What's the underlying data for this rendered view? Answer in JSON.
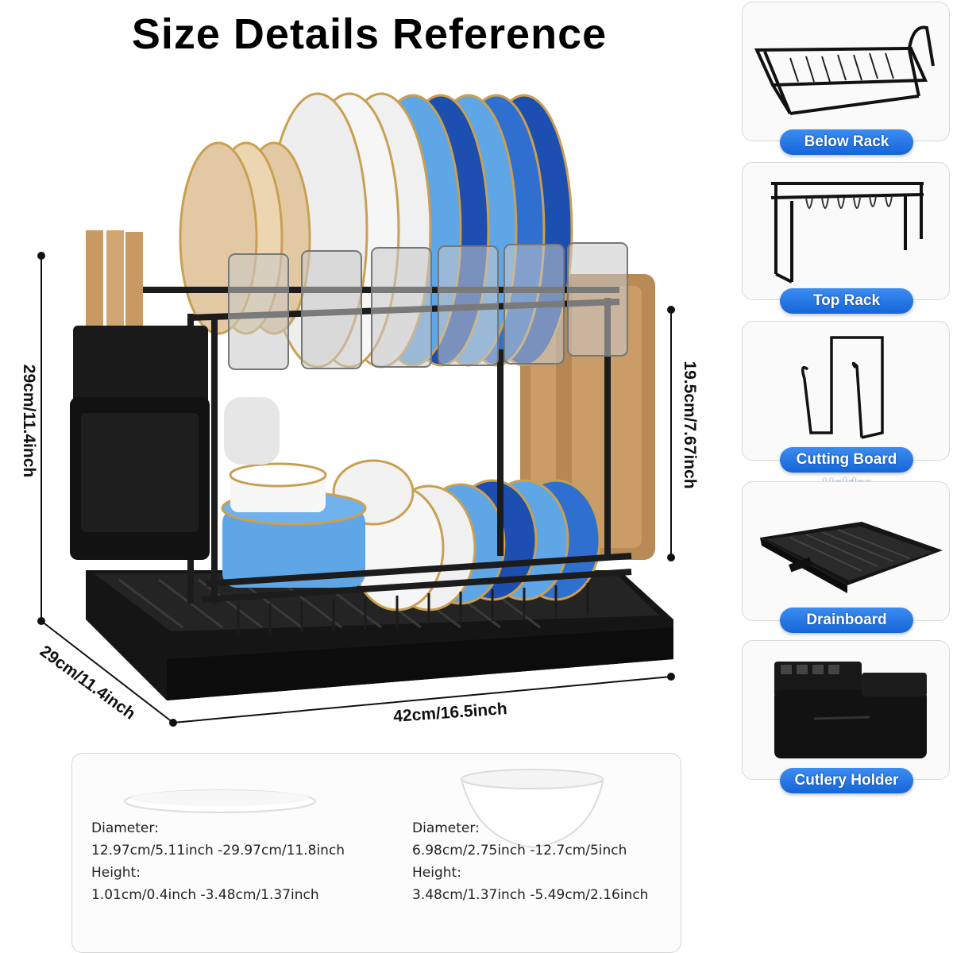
{
  "title": "Size Details Reference",
  "dimensions": {
    "height": "29cm/11.4inch",
    "shelf_gap": "19.5cm/7.67inch",
    "depth": "29cm/11.4inch",
    "width": "42cm/16.5inch"
  },
  "components": [
    {
      "label": "Below Rack",
      "icon": "below-rack-icon"
    },
    {
      "label": "Top Rack",
      "icon": "top-rack-icon"
    },
    {
      "label": "Cutting Board Holder",
      "icon": "cutting-board-holder-icon"
    },
    {
      "label": "Drainboard",
      "icon": "drainboard-icon"
    },
    {
      "label": "Cutlery Holder",
      "icon": "cutlery-holder-icon"
    }
  ],
  "sizes": {
    "plate": {
      "diameter_label": "Diameter:",
      "diameter_value": "12.97cm/5.11inch -29.97cm/11.8inch",
      "height_label": "Height:",
      "height_value": "1.01cm/0.4inch -3.48cm/1.37inch"
    },
    "bowl": {
      "diameter_label": "Diameter:",
      "diameter_value": "6.98cm/2.75inch -12.7cm/5inch",
      "height_label": "Height:",
      "height_value": "3.48cm/1.37inch -5.49cm/2.16inch"
    }
  },
  "colors": {
    "rack": "#1c1c1c",
    "plate_blue": "#2f6fd0",
    "plate_light_blue": "#5fa6e6",
    "plate_white": "#f2f2f2",
    "plate_beige": "#e2c9a4",
    "gold_rim": "#c9a052",
    "label_blue": "#1f74e6"
  }
}
